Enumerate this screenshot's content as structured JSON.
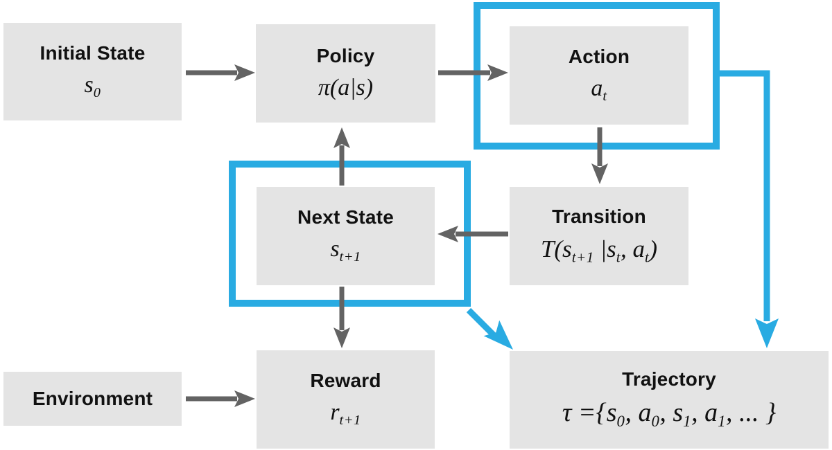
{
  "title": "Reinforcement learning rollout diagram",
  "colors": {
    "accent": "#29ABE2",
    "box_fill": "#E4E4E4",
    "arrow": "#636363",
    "text": "#111111"
  },
  "highlighted_nodes": [
    "action",
    "next_state"
  ],
  "nodes": {
    "initial_state": {
      "label": "Initial State",
      "formula": [
        {
          "t": "i",
          "v": "s"
        },
        {
          "t": "sub",
          "v": "0"
        }
      ]
    },
    "policy": {
      "label": "Policy",
      "formula": [
        {
          "t": "i",
          "v": "π(a|s)"
        }
      ]
    },
    "action": {
      "label": "Action",
      "formula": [
        {
          "t": "i",
          "v": "a"
        },
        {
          "t": "sub",
          "v": "t"
        }
      ]
    },
    "transition": {
      "label": "Transition",
      "formula": [
        {
          "t": "i",
          "v": "T(s"
        },
        {
          "t": "sub",
          "v": "t+1"
        },
        {
          "t": "i",
          "v": " |s"
        },
        {
          "t": "sub",
          "v": "t"
        },
        {
          "t": "i",
          "v": ", a"
        },
        {
          "t": "sub",
          "v": "t"
        },
        {
          "t": "i",
          "v": ")"
        }
      ]
    },
    "next_state": {
      "label": "Next State",
      "formula": [
        {
          "t": "i",
          "v": "s"
        },
        {
          "t": "sub",
          "v": "t+1"
        }
      ]
    },
    "reward": {
      "label": "Reward",
      "formula": [
        {
          "t": "i",
          "v": "r"
        },
        {
          "t": "sub",
          "v": "t+1"
        }
      ]
    },
    "environment": {
      "label": "Environment"
    },
    "trajectory": {
      "label": "Trajectory",
      "formula": [
        {
          "t": "i",
          "v": "τ ={s"
        },
        {
          "t": "sub",
          "v": "0"
        },
        {
          "t": "i",
          "v": ", a"
        },
        {
          "t": "sub",
          "v": "0"
        },
        {
          "t": "i",
          "v": ", s"
        },
        {
          "t": "sub",
          "v": "1"
        },
        {
          "t": "i",
          "v": ", a"
        },
        {
          "t": "sub",
          "v": "1"
        },
        {
          "t": "i",
          "v": ", ... }"
        }
      ]
    }
  }
}
